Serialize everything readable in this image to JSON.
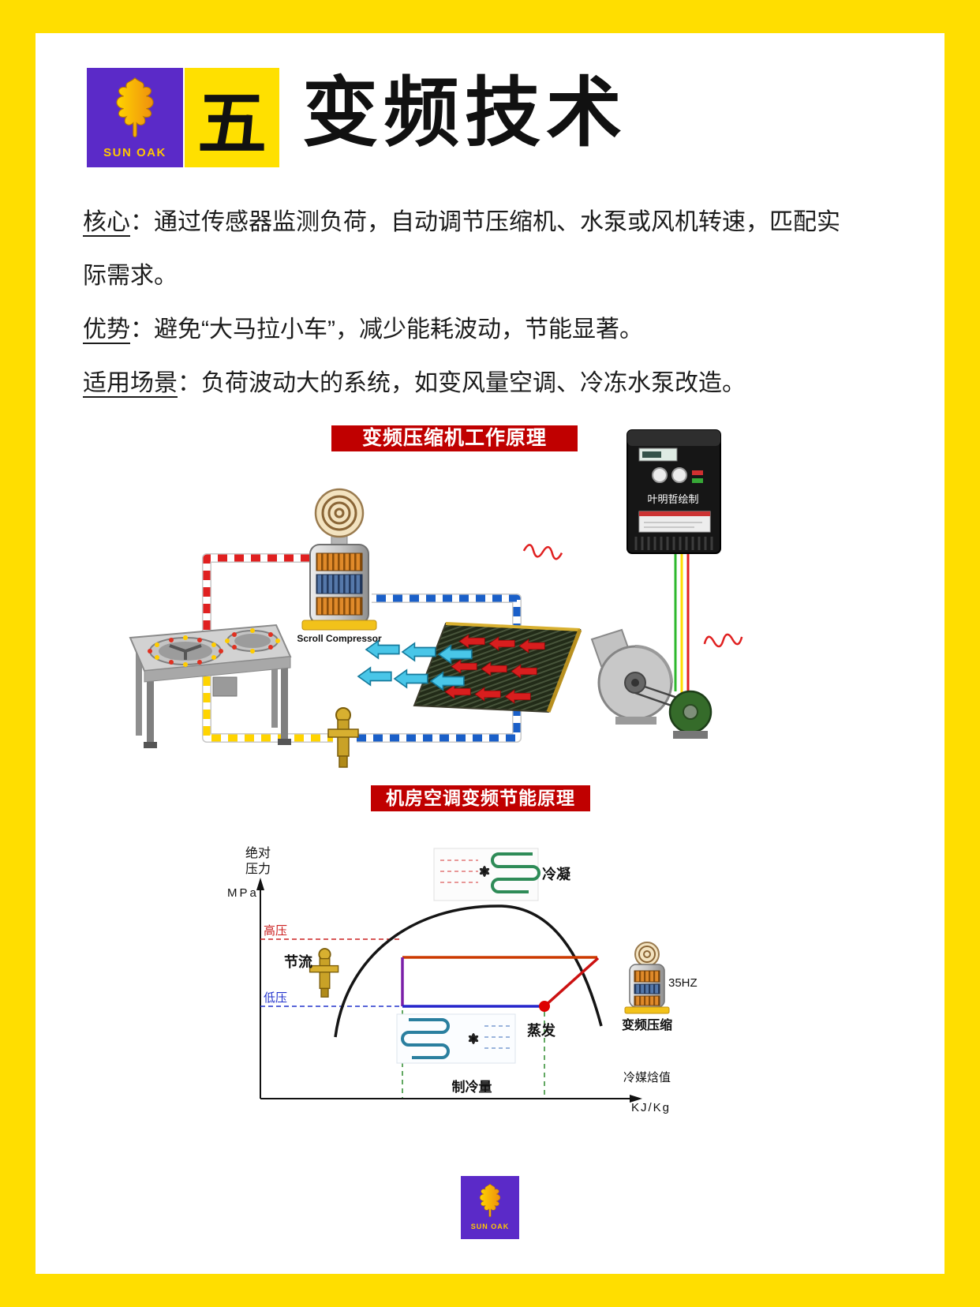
{
  "header": {
    "logo": {
      "brand": "SUN OAK"
    },
    "badge": "五",
    "title": "变频技术"
  },
  "content": {
    "paragraphs": [
      {
        "label": "核心",
        "text": "：通过传感器监测负荷，自动调节压缩机、水泵或风机转速，匹配实际需求。"
      },
      {
        "label": "优势",
        "text": "：避免“大马拉小车”，减少能耗波动，节能显著。"
      },
      {
        "label": "适用场景",
        "text": "：负荷波动大的系统，如变风量空调、冷冻水泵改造。"
      }
    ]
  },
  "diagram_compressor": {
    "banner": "变频压缩机工作原理",
    "vfd_caption": "叶明哲绘制",
    "compressor_label": "Scroll Compressor"
  },
  "diagram_ph": {
    "banner": "机房空调变频节能原理",
    "y_axis_label_1": "绝对",
    "y_axis_label_2": "压力",
    "y_axis_unit": "MPa",
    "x_axis_label": "冷媒焓值",
    "x_axis_unit": "KJ/Kg",
    "high_pressure": "高压",
    "low_pressure": "低压",
    "throttling": "节流",
    "condensation": "冷凝",
    "evaporation": "蒸发",
    "cooling_capacity": "制冷量",
    "vfd_compression": "变频压缩",
    "frequency": "35HZ"
  },
  "footer": {
    "brand": "SUN OAK"
  },
  "colors": {
    "frame_yellow": "#FFDE00",
    "brand_purple": "#5B2AC8",
    "banner_red": "#C00000",
    "pipe_red": "#E02020",
    "pipe_yellow": "#FFD400",
    "pipe_blue": "#1A5FC8"
  }
}
